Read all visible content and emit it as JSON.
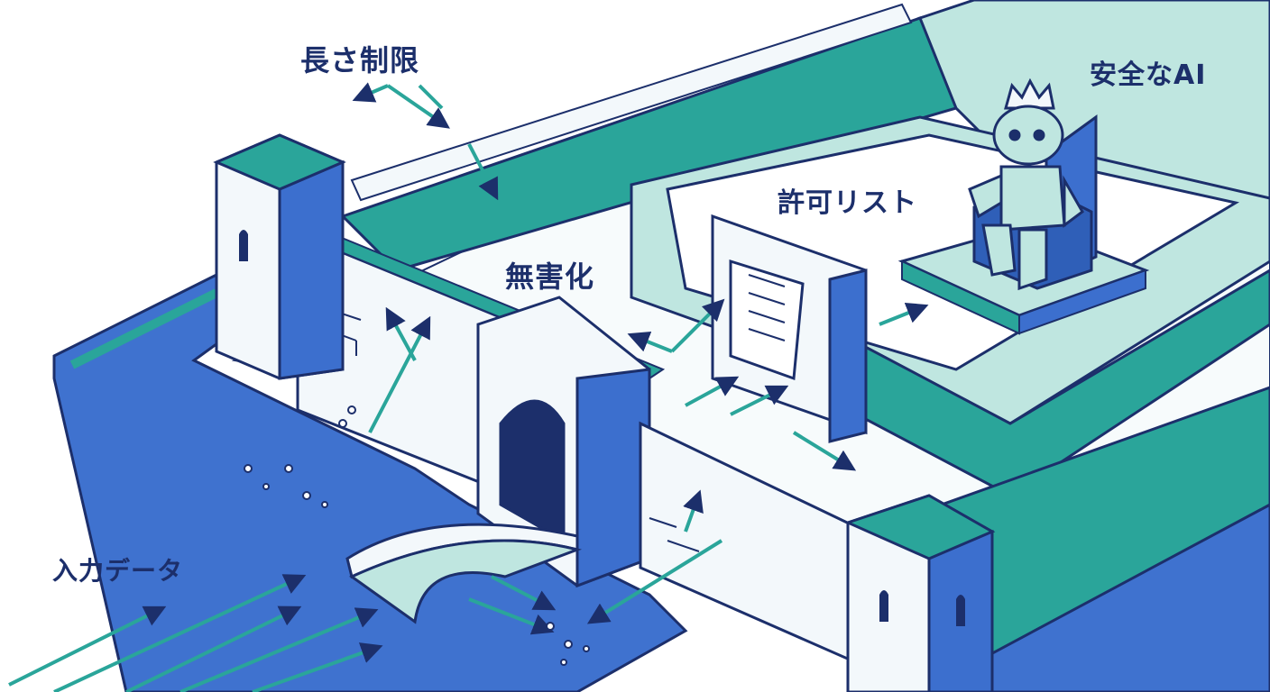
{
  "labels": {
    "length_limit": "長さ制限",
    "safe_ai": "安全なAI",
    "allowlist": "許可リスト",
    "sanitize": "無害化",
    "input_data": "入力データ"
  },
  "colors": {
    "outline": "#1c2f6b",
    "teal": "#2aa59a",
    "light_teal": "#bfe6e0",
    "blue": "#3c6fce",
    "wall": "#f3f8fb",
    "moat": "#3f72cf"
  },
  "icons": {
    "robot": "crowned-robot-icon",
    "throne": "throne-icon",
    "scroll": "allowlist-scroll-icon",
    "bridge": "drawbridge-icon",
    "gate": "castle-gate-icon"
  }
}
